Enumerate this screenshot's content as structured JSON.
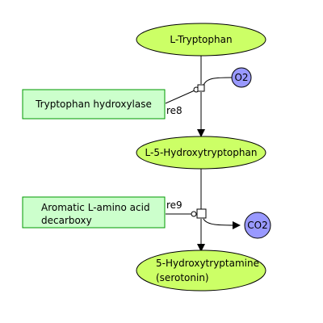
{
  "metabolites": {
    "tryptophan": "L-Tryptophan",
    "hydroxytryptophan": "L-5-Hydroxytryptophan",
    "serotonin_line1": "5-Hydroxytryptamine",
    "serotonin_line2": "(serotonin)"
  },
  "small_molecules": {
    "o2": "O2",
    "co2": "CO2"
  },
  "enzymes": {
    "hydroxylase": "Tryptophan hydroxylase",
    "decarboxylase_line1": "Aromatic L-amino acid",
    "decarboxylase_line2": "decarboxy"
  },
  "reactions": {
    "re8": "re8",
    "re9": "re9"
  },
  "colors": {
    "metabolite_fill": "#ccff66",
    "enzyme_fill": "#ccffcc",
    "small_molecule_fill": "#9999ff",
    "enzyme_border": "#009900",
    "line": "#000000"
  }
}
